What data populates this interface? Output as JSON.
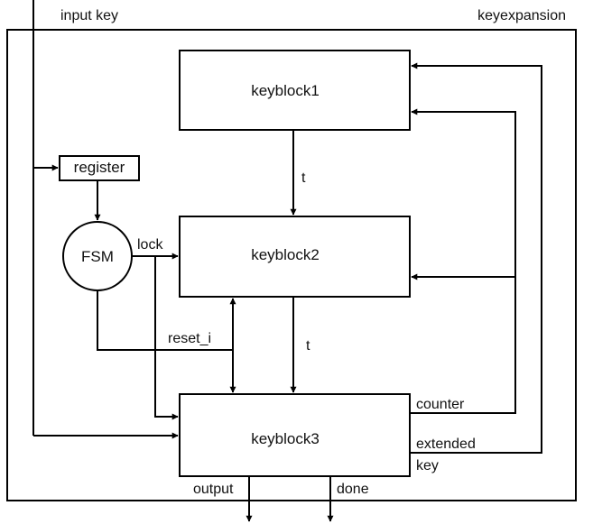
{
  "title": "keyexpansion",
  "inputs": {
    "input_key": "input key"
  },
  "blocks": {
    "register": "register",
    "fsm": "FSM",
    "keyblock1": "keyblock1",
    "keyblock2": "keyblock2",
    "keyblock3": "keyblock3"
  },
  "signals": {
    "t1": "t",
    "t2": "t",
    "lock": "lock",
    "reset": "reset_i",
    "counter": "counter",
    "extended": "extended",
    "key": "key",
    "output": "output",
    "done": "done"
  }
}
